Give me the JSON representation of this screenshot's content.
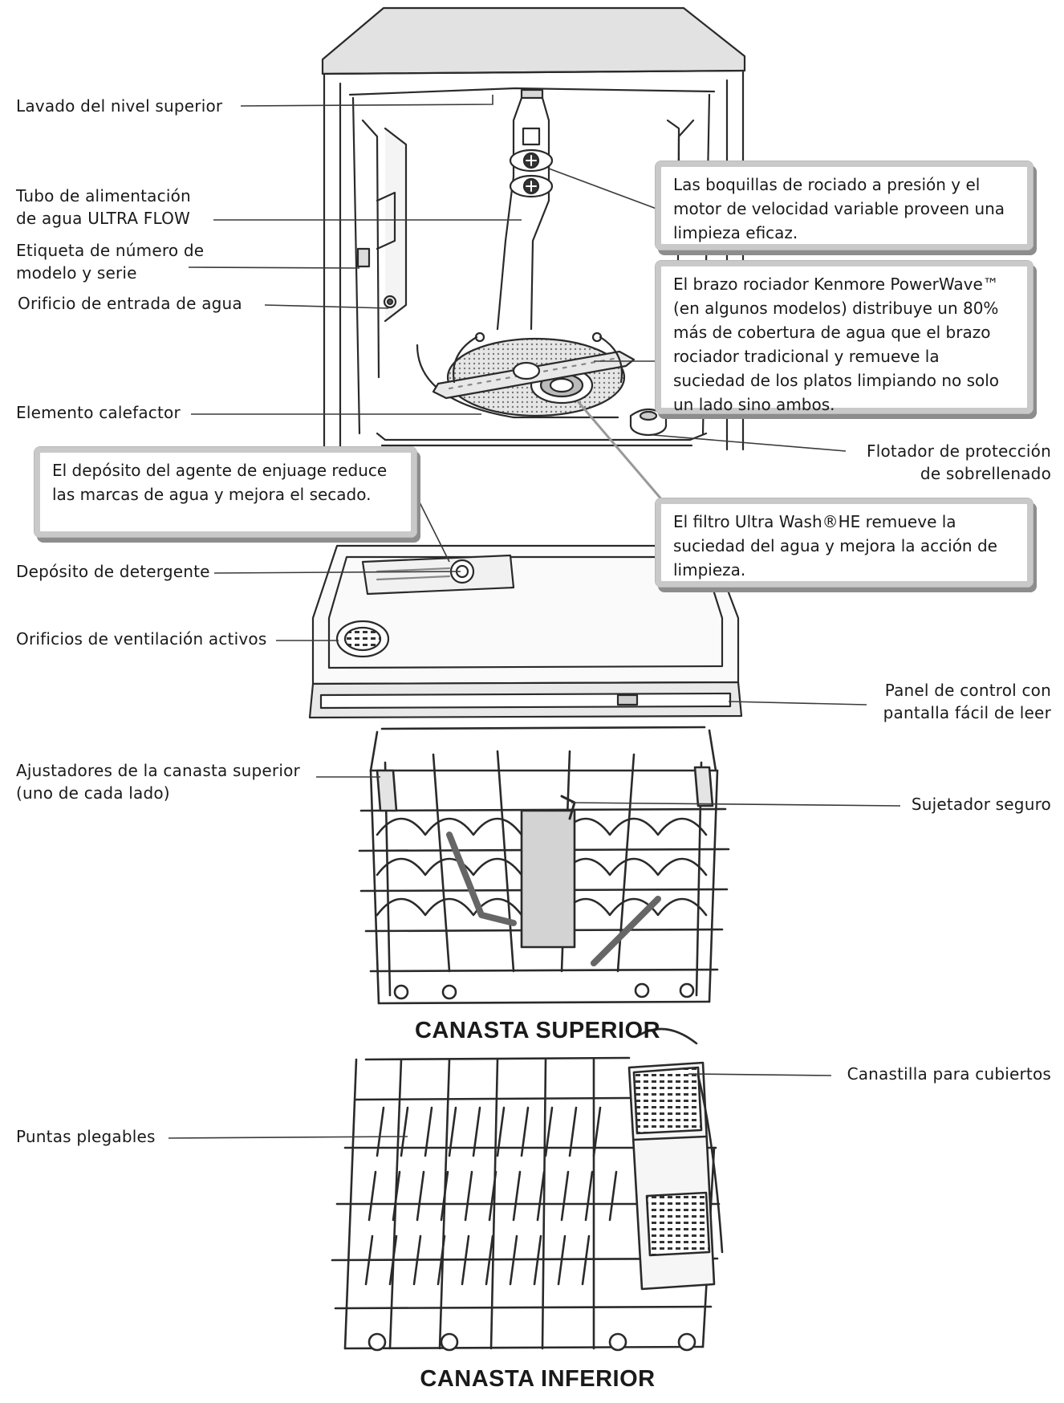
{
  "labels": {
    "top_wash": "Lavado del nivel superior",
    "feed_tube": "Tubo de alimentación\nde agua ULTRA FLOW",
    "model_label": "Etiqueta de número de\nmodelo y serie",
    "water_inlet": "Orificio de entrada de agua",
    "heater": "Elemento calefactor",
    "detergent": "Depósito de detergente",
    "vents": "Orificios de ventilación activos",
    "overfill": "Flotador de protección\nde sobrellenado",
    "control_panel": "Panel de control con\npantalla fácil de leer",
    "rack_adjusters": "Ajustadores de la canasta superior\n(uno de cada lado)",
    "clip": "Sujetador seguro",
    "tines": "Puntas plegables",
    "silverware": "Canastilla para cubiertos"
  },
  "callouts": {
    "nozzles": "Las boquillas de rociado a presión y el motor de velocidad variable proveen una limpieza eficaz.",
    "powerwave": "El brazo rociador Kenmore PowerWave™ (en algunos modelos) distribuye un 80% más de cobertura de agua que el brazo rociador tradicional y remueve la suciedad de los platos limpiando no solo un lado sino ambos.",
    "rinse_aid": "El depósito del agente de enjuage reduce las marcas de agua y mejora el secado.",
    "filter": "El filtro Ultra Wash®HE remueve la suciedad del agua y mejora la acción de limpieza."
  },
  "racks": {
    "upper": "CANASTA SUPERIOR",
    "lower": "CANASTA INFERIOR"
  }
}
